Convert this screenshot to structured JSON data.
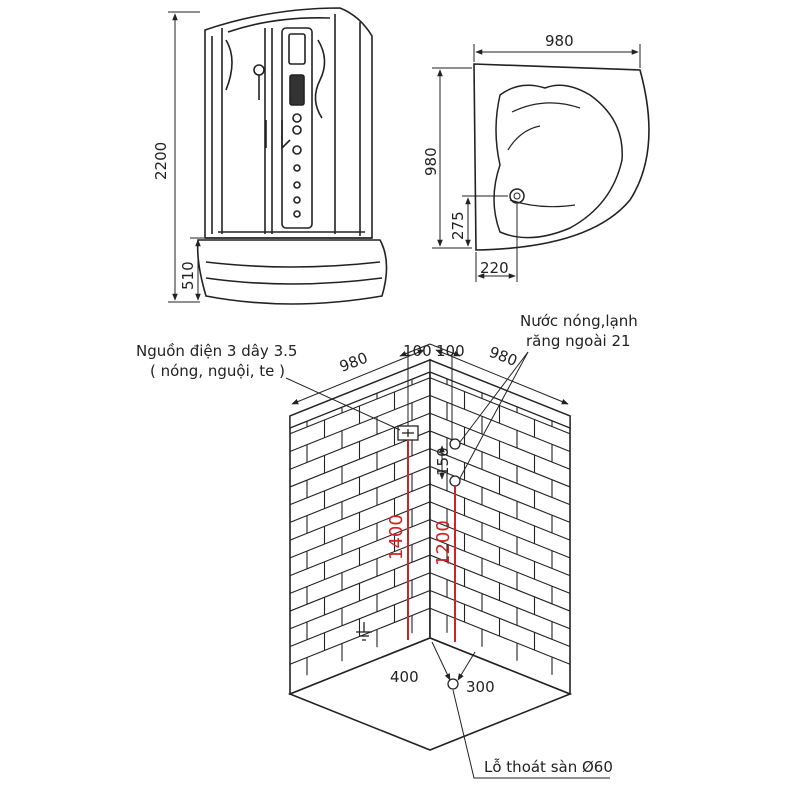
{
  "front_view": {
    "height_total": "2200",
    "base_height": "510"
  },
  "top_view": {
    "width": "980",
    "depth": "980",
    "drain_y": "275",
    "drain_x": "220"
  },
  "wall_view": {
    "left_width": "980",
    "right_width": "980",
    "left_offset": "100",
    "right_offset": "100",
    "spacing": "150",
    "power_height": "1400",
    "water_height": "1200",
    "floor_left": "400",
    "floor_right": "300"
  },
  "annotations": {
    "power_line1": "Nguồn điện 3 dây 3.5",
    "power_line2": "( nóng, nguội, te )",
    "water_line1": "Nước nóng,lạnh",
    "water_line2": "răng ngoài 21",
    "drain_label": "Lỗ thoát sàn Ø60"
  },
  "colors": {
    "line": "#222222",
    "accent": "#d22323"
  },
  "icons": [
    "ground-symbol-icon",
    "power-outlet-icon",
    "water-valve-icon",
    "drain-hole-icon"
  ]
}
